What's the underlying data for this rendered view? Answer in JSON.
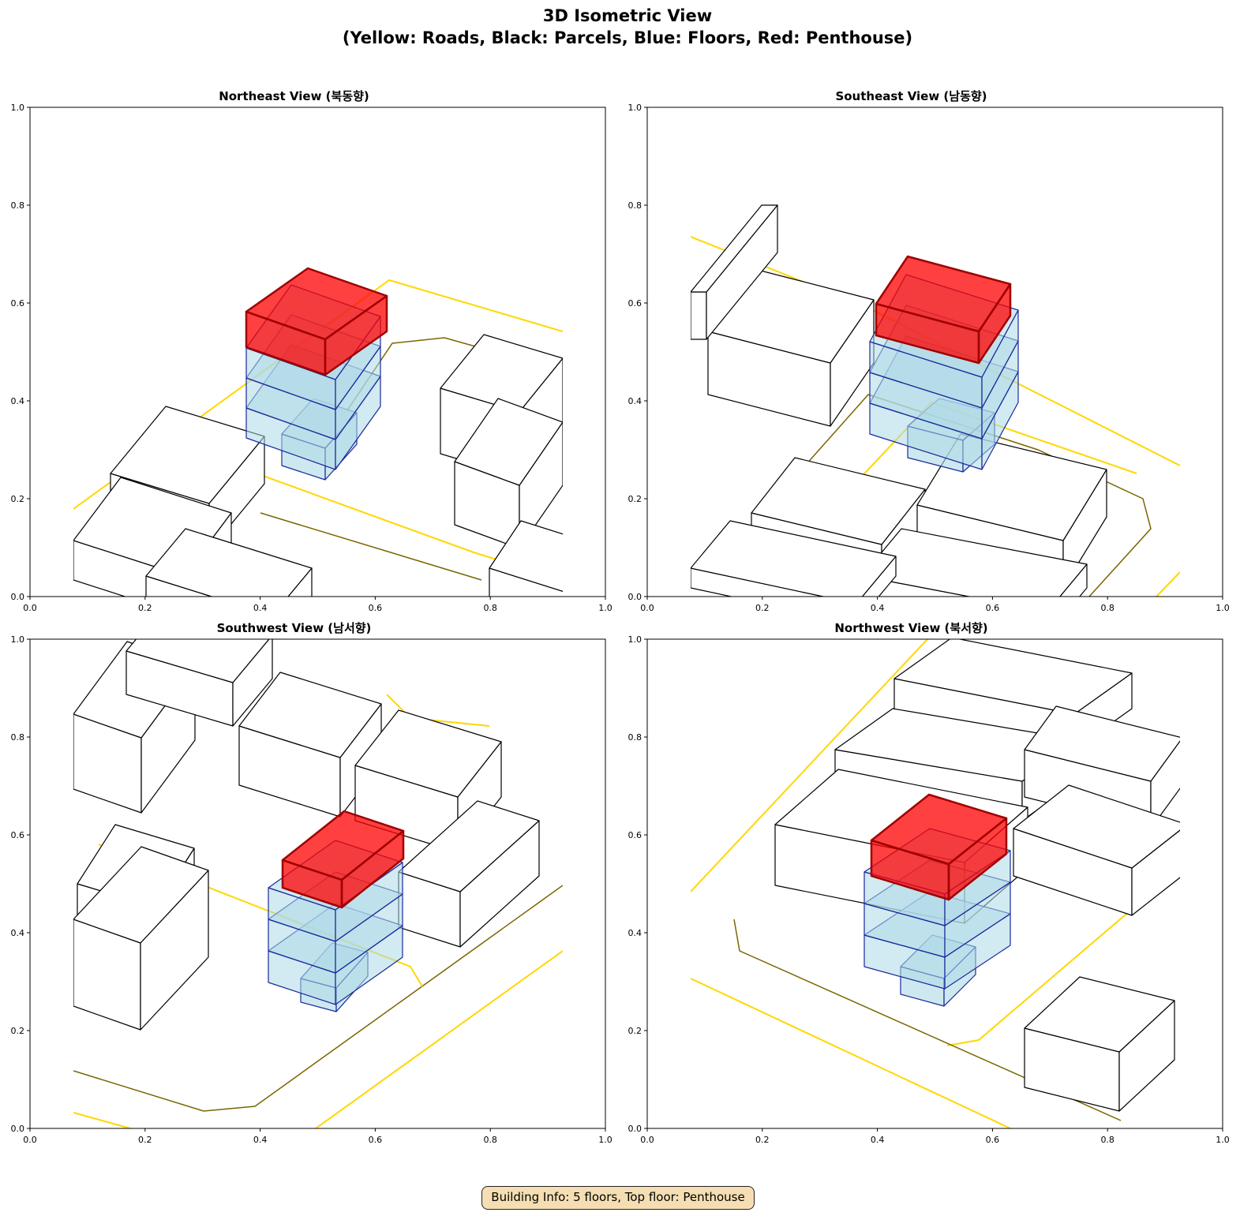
{
  "figure": {
    "title_line1": "3D Isometric View",
    "title_line2": "(Yellow: Roads, Black: Parcels, Blue: Floors, Red: Penthouse)",
    "footer": "Building Info: 5 floors, Top floor: Penthouse"
  },
  "colors": {
    "road": "#ffd700",
    "parcel": "#000000",
    "floor": "#add8e6",
    "floor_edge": "#1a2a9c",
    "penthouse": "#ff0000",
    "footer_bg": "#f5deb3"
  },
  "chart_data": [
    {
      "type": "3d-isometric",
      "title": "Northeast View (북동향)",
      "xticks": [
        "0.0",
        "0.2",
        "0.4",
        "0.6",
        "0.8",
        "1.0"
      ],
      "yticks": [
        "0.0",
        "0.2",
        "0.4",
        "0.6",
        "0.8",
        "1.0"
      ],
      "xlim": [
        0,
        1
      ],
      "ylim": [
        0,
        1
      ]
    },
    {
      "type": "3d-isometric",
      "title": "Southeast View (남동향)",
      "xticks": [
        "0.0",
        "0.2",
        "0.4",
        "0.6",
        "0.8",
        "1.0"
      ],
      "yticks": [
        "0.0",
        "0.2",
        "0.4",
        "0.6",
        "0.8",
        "1.0"
      ],
      "xlim": [
        0,
        1
      ],
      "ylim": [
        0,
        1
      ]
    },
    {
      "type": "3d-isometric",
      "title": "Southwest View (남서향)",
      "xticks": [
        "0.0",
        "0.2",
        "0.4",
        "0.6",
        "0.8",
        "1.0"
      ],
      "yticks": [
        "0.0",
        "0.2",
        "0.4",
        "0.6",
        "0.8",
        "1.0"
      ],
      "xlim": [
        0,
        1
      ],
      "ylim": [
        0,
        1
      ]
    },
    {
      "type": "3d-isometric",
      "title": "Northwest View (북서향)",
      "xticks": [
        "0.0",
        "0.2",
        "0.4",
        "0.6",
        "0.8",
        "1.0"
      ],
      "yticks": [
        "0.0",
        "0.2",
        "0.4",
        "0.6",
        "0.8",
        "1.0"
      ],
      "xlim": [
        0,
        1
      ],
      "ylim": [
        0,
        1
      ]
    }
  ]
}
